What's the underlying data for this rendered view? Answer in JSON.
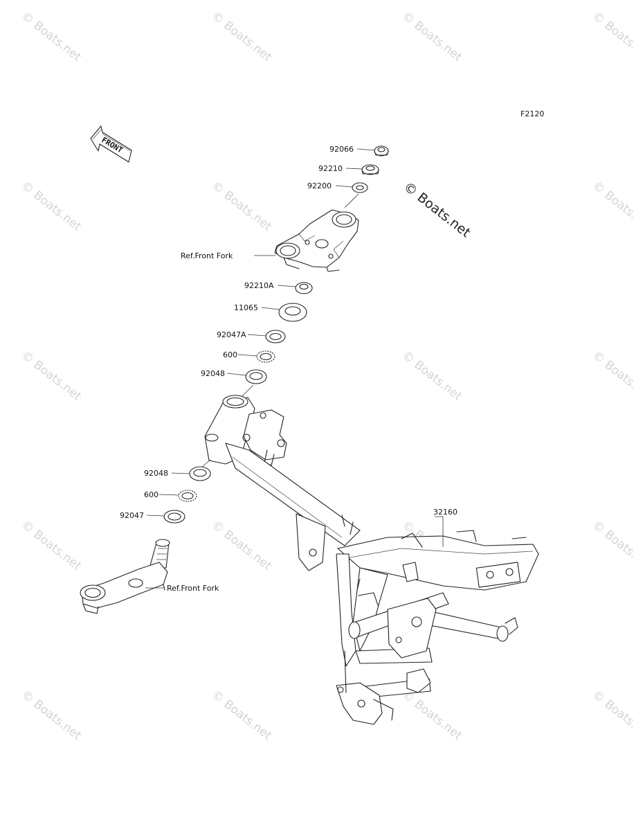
{
  "figure_code": "F2120",
  "front_arrow_label": "FRONT",
  "copyright_mark": "© Boats.net",
  "watermark": "© Boats.net",
  "parts": [
    {
      "id": "p-92066",
      "label": "92066"
    },
    {
      "id": "p-92210",
      "label": "92210"
    },
    {
      "id": "p-92200",
      "label": "92200"
    },
    {
      "id": "p-ref-front-fork-upper",
      "label": "Ref.Front Fork"
    },
    {
      "id": "p-92210a",
      "label": "92210A"
    },
    {
      "id": "p-11065",
      "label": "11065"
    },
    {
      "id": "p-92047a",
      "label": "92047A"
    },
    {
      "id": "p-600-upper",
      "label": "600"
    },
    {
      "id": "p-92048-upper",
      "label": "92048"
    },
    {
      "id": "p-92048-lower",
      "label": "92048"
    },
    {
      "id": "p-600-lower",
      "label": "600"
    },
    {
      "id": "p-92047",
      "label": "92047"
    },
    {
      "id": "p-32160",
      "label": "32160"
    },
    {
      "id": "p-ref-front-fork-lower",
      "label": "Ref.Front Fork"
    }
  ]
}
